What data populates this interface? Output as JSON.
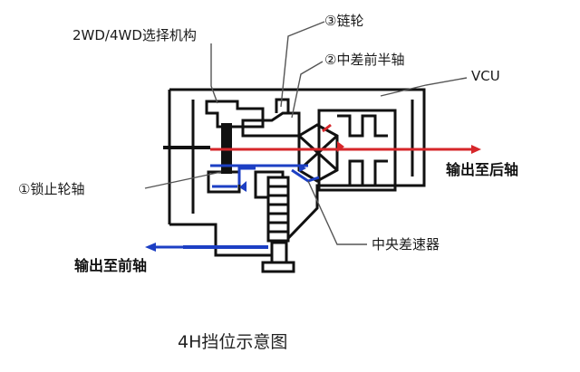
{
  "labels": {
    "selector": "2WD/4WD选择机构",
    "sprocket": "③链轮",
    "front_half_shaft": "②中差前半轴",
    "vcu": "VCU",
    "lock_gear": "①锁止轮轴",
    "rear_output": "输出至后轴",
    "center_diff": "中央差速器",
    "front_output": "输出至前轴"
  },
  "caption": "4H挡位示意图",
  "colors": {
    "housing": "#111111",
    "rear_flow": "#d6262a",
    "front_flow": "#1c3fc4",
    "leader": "#555555"
  }
}
